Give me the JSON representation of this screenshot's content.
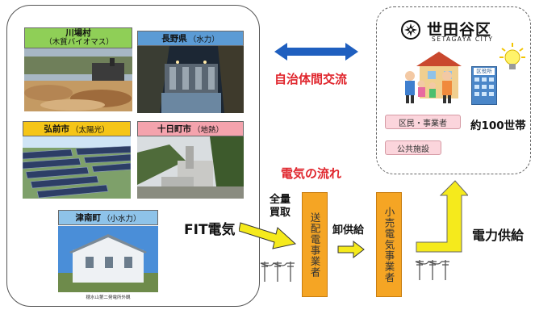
{
  "sources": {
    "kawaba": {
      "name": "川場村",
      "type": "（木質バイオマス）"
    },
    "nagano": {
      "name": "長野県",
      "type": "（水力）"
    },
    "hirosaki": {
      "name": "弘前市",
      "type": "（太陽光）"
    },
    "tokamachi": {
      "name": "十日町市",
      "type": "（地熱）"
    },
    "tsunan": {
      "name": "津南町",
      "type": "（小水力）"
    },
    "tsunan_caption": "穂水山第二発電所外観"
  },
  "exchange_label": "自治体間交流",
  "flow_label": "電気の流れ",
  "fit_label": "FIT電気",
  "purchase_label": "全量\n買取",
  "transmission_operator": "送配電事業者",
  "wholesale_label": "卸供給",
  "retail_operator": "小売電気事業者",
  "supply_label": "電力供給",
  "setagaya": {
    "name": "世田谷区",
    "name_en": "SETAGAYA CITY",
    "office_sign": "区役所",
    "residents": "区民・事業者",
    "households": "約100世帯",
    "public": "公共施設"
  },
  "colors": {
    "accent_red": "#e0262d",
    "operator_orange": "#f5a524",
    "arrow_yellow": "#f5ea1c",
    "exchange_blue": "#1f5fbf"
  }
}
